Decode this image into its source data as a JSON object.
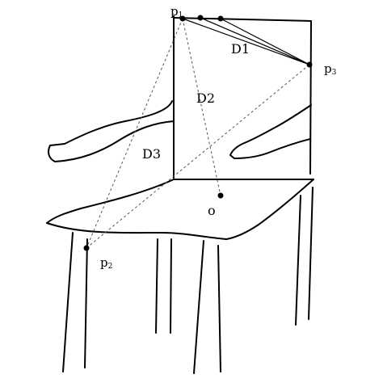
{
  "diagram": {
    "points": {
      "p1": "p",
      "p1_sub": "1",
      "p2": "p",
      "p2_sub": "2",
      "p3": "p",
      "p3_sub": "3",
      "o": "o"
    },
    "distances": {
      "d1": "D1",
      "d2": "D2",
      "d3": "D3"
    }
  }
}
